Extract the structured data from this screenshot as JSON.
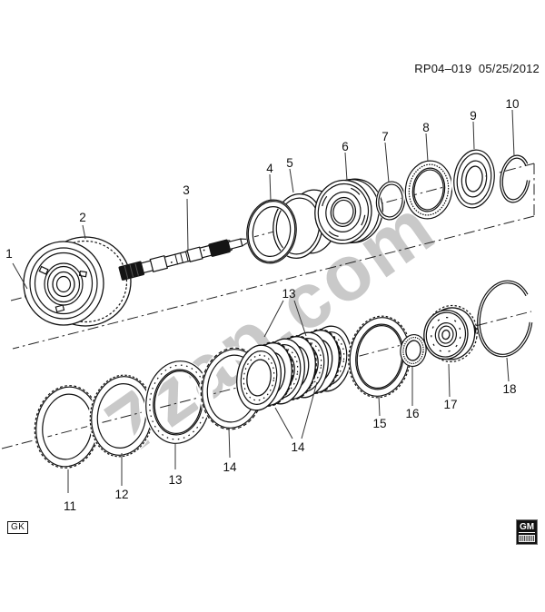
{
  "header": {
    "text": "RP04–019  05/25/2012"
  },
  "watermark": {
    "text": "7zap.com"
  },
  "footer": {
    "gk_label": "GK",
    "gm_label": "GM"
  },
  "colors": {
    "background": "#ffffff",
    "line": "#111111",
    "watermark": "#c9c9c9",
    "dark_fill": "#141414"
  },
  "diagram": {
    "callouts": [
      {
        "id": "callout-1",
        "label": "1"
      },
      {
        "id": "callout-2",
        "label": "2"
      },
      {
        "id": "callout-3",
        "label": "3"
      },
      {
        "id": "callout-4",
        "label": "4"
      },
      {
        "id": "callout-5",
        "label": "5"
      },
      {
        "id": "callout-6",
        "label": "6"
      },
      {
        "id": "callout-7",
        "label": "7"
      },
      {
        "id": "callout-8",
        "label": "8"
      },
      {
        "id": "callout-9",
        "label": "9"
      },
      {
        "id": "callout-10",
        "label": "10"
      },
      {
        "id": "callout-11",
        "label": "11"
      },
      {
        "id": "callout-12",
        "label": "12"
      },
      {
        "id": "callout-13-left",
        "label": "13"
      },
      {
        "id": "callout-14-left",
        "label": "14"
      },
      {
        "id": "callout-13-stack",
        "label": "13"
      },
      {
        "id": "callout-14-stack",
        "label": "14"
      },
      {
        "id": "callout-15",
        "label": "15"
      },
      {
        "id": "callout-16",
        "label": "16"
      },
      {
        "id": "callout-17",
        "label": "17"
      },
      {
        "id": "callout-18",
        "label": "18"
      }
    ]
  }
}
